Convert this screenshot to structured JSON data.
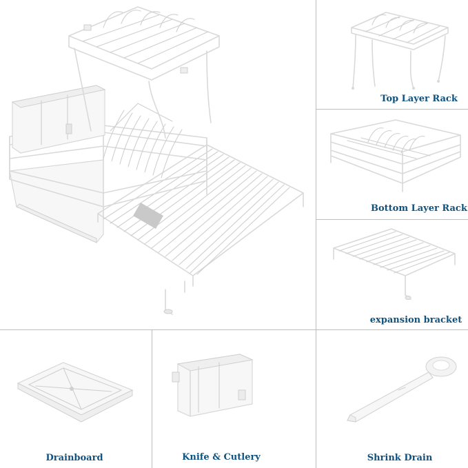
{
  "panels": [
    {
      "id": "top-layer-rack",
      "caption": "Top Layer Rack"
    },
    {
      "id": "bottom-layer-rack",
      "caption": "Bottom Layer Rack"
    },
    {
      "id": "expansion-bracket",
      "caption": "expansion bracket"
    },
    {
      "id": "drainboard",
      "caption": "Drainboard"
    },
    {
      "id": "knife-cutlery",
      "caption": "Knife & Cutlery"
    },
    {
      "id": "shrink-drain",
      "caption": "Shrink Drain"
    }
  ],
  "colors": {
    "caption": "#0f5280",
    "divider": "#bdbdbd",
    "product": "#f5f5f5"
  }
}
